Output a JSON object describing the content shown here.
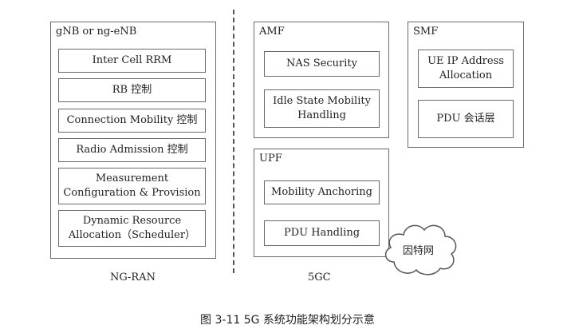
{
  "gnb": {
    "title": "gNB or ng-eNB",
    "functions": [
      "Inter Cell RRM",
      "RB 控制",
      "Connection Mobility 控制",
      "Radio Admission 控制",
      "Measurement\nConfiguration & Provision",
      "Dynamic Resource\nAllocation（Scheduler）"
    ],
    "zone_label": "NG-RAN"
  },
  "amf": {
    "title": "AMF",
    "functions": [
      "NAS Security",
      "Idle State Mobility\nHandling"
    ]
  },
  "smf": {
    "title": "SMF",
    "functions": [
      "UE IP Address\nAllocation",
      "PDU 会话层"
    ]
  },
  "upf": {
    "title": "UPF",
    "functions": [
      "Mobility Anchoring",
      "PDU Handling"
    ]
  },
  "internet": {
    "label": "因特网"
  },
  "core": {
    "zone_label": "5GC"
  },
  "caption": "图 3-11    5G 系统功能架构划分示意"
}
